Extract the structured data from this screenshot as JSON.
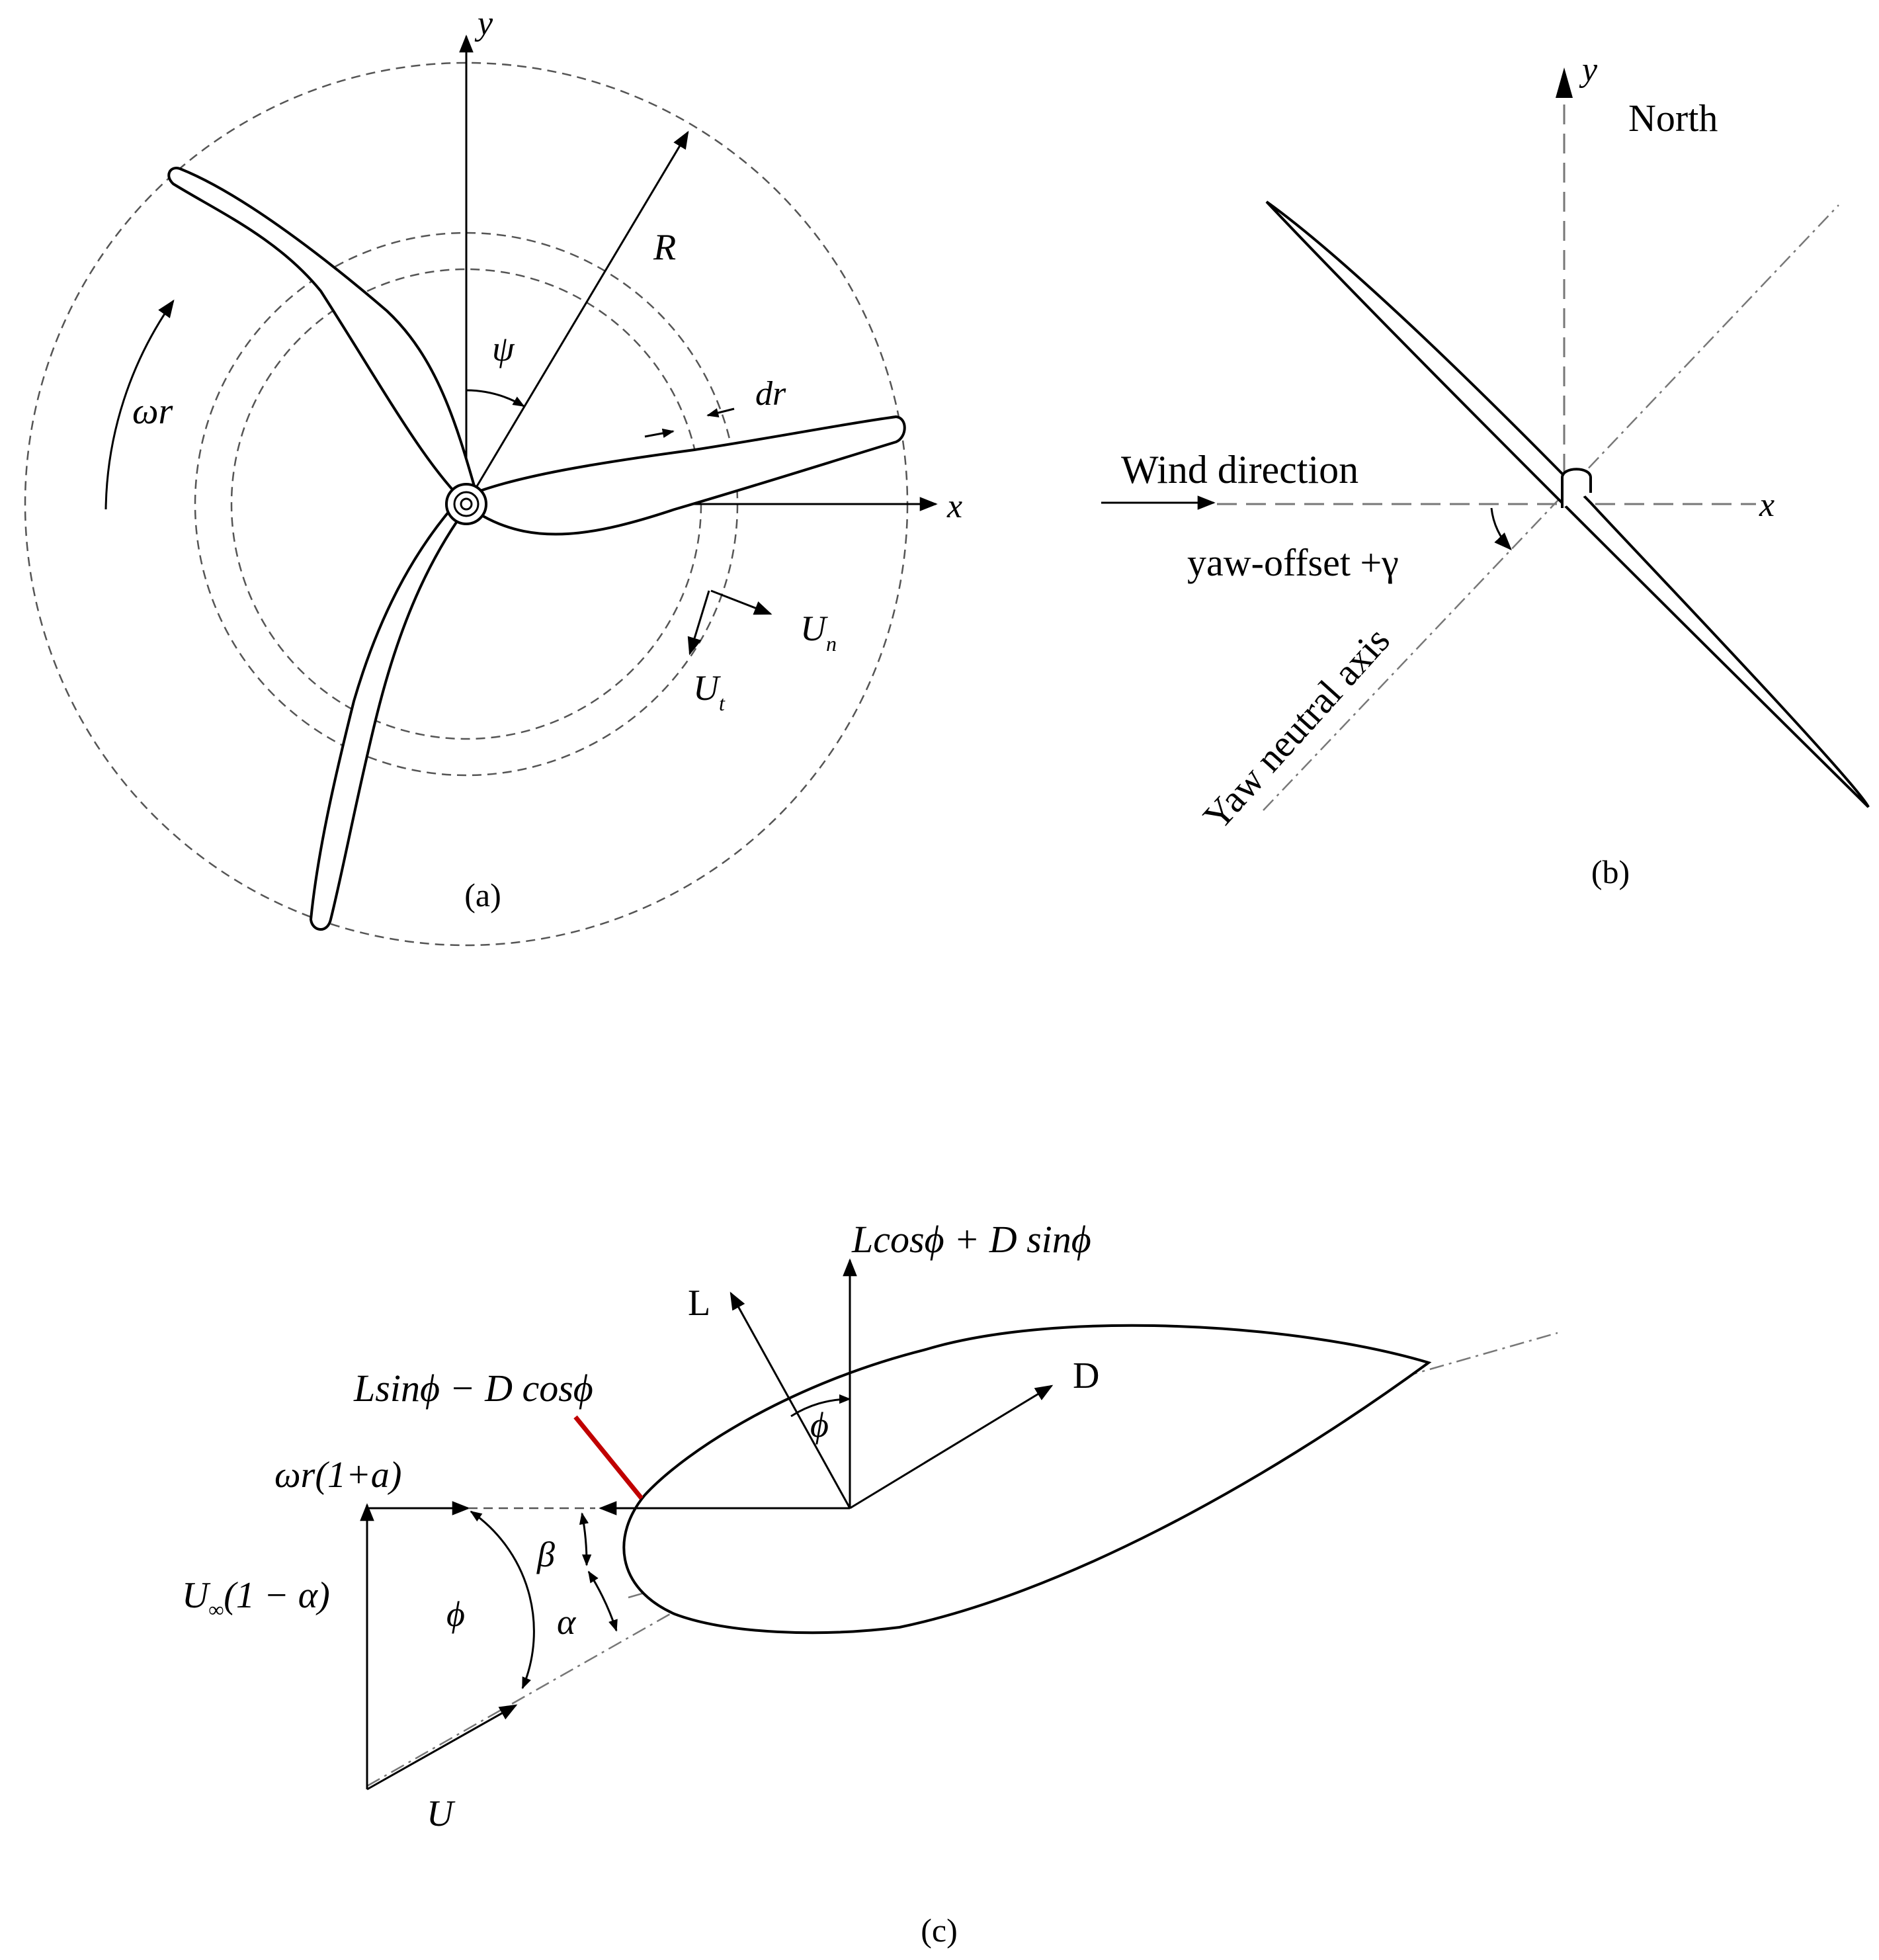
{
  "panel_a": {
    "axis_y": "y",
    "axis_x": "x",
    "radius": "R",
    "azimuth": "ψ",
    "annulus": "dr",
    "rotation": "ωr",
    "normal_velocity": "U",
    "normal_sub": "n",
    "tangential_velocity": "U",
    "tangential_sub": "t",
    "caption": "(a)"
  },
  "panel_b": {
    "axis_y": "y",
    "axis_x": "x",
    "north": "North",
    "wind": "Wind  direction",
    "yaw_offset": "yaw-offset +γ",
    "neutral_axis": "Yaw neutral axis",
    "caption": "(b)"
  },
  "panel_c": {
    "normal_force": "Lcosϕ + D sinϕ",
    "lift": "L",
    "drag": "D",
    "tangential_force": "Lsinϕ − D cosϕ",
    "inflow_angle_top": "ϕ",
    "rotational_velocity": "ωr(1+a)",
    "axial_velocity_U": "U",
    "axial_velocity_sub": "∞",
    "axial_velocity_rest": "(1 − α)",
    "twist": "β",
    "attack": "α",
    "inflow_angle": "ϕ",
    "relative_velocity": "U",
    "caption": "(c)",
    "highlight_color": "#c00000"
  }
}
